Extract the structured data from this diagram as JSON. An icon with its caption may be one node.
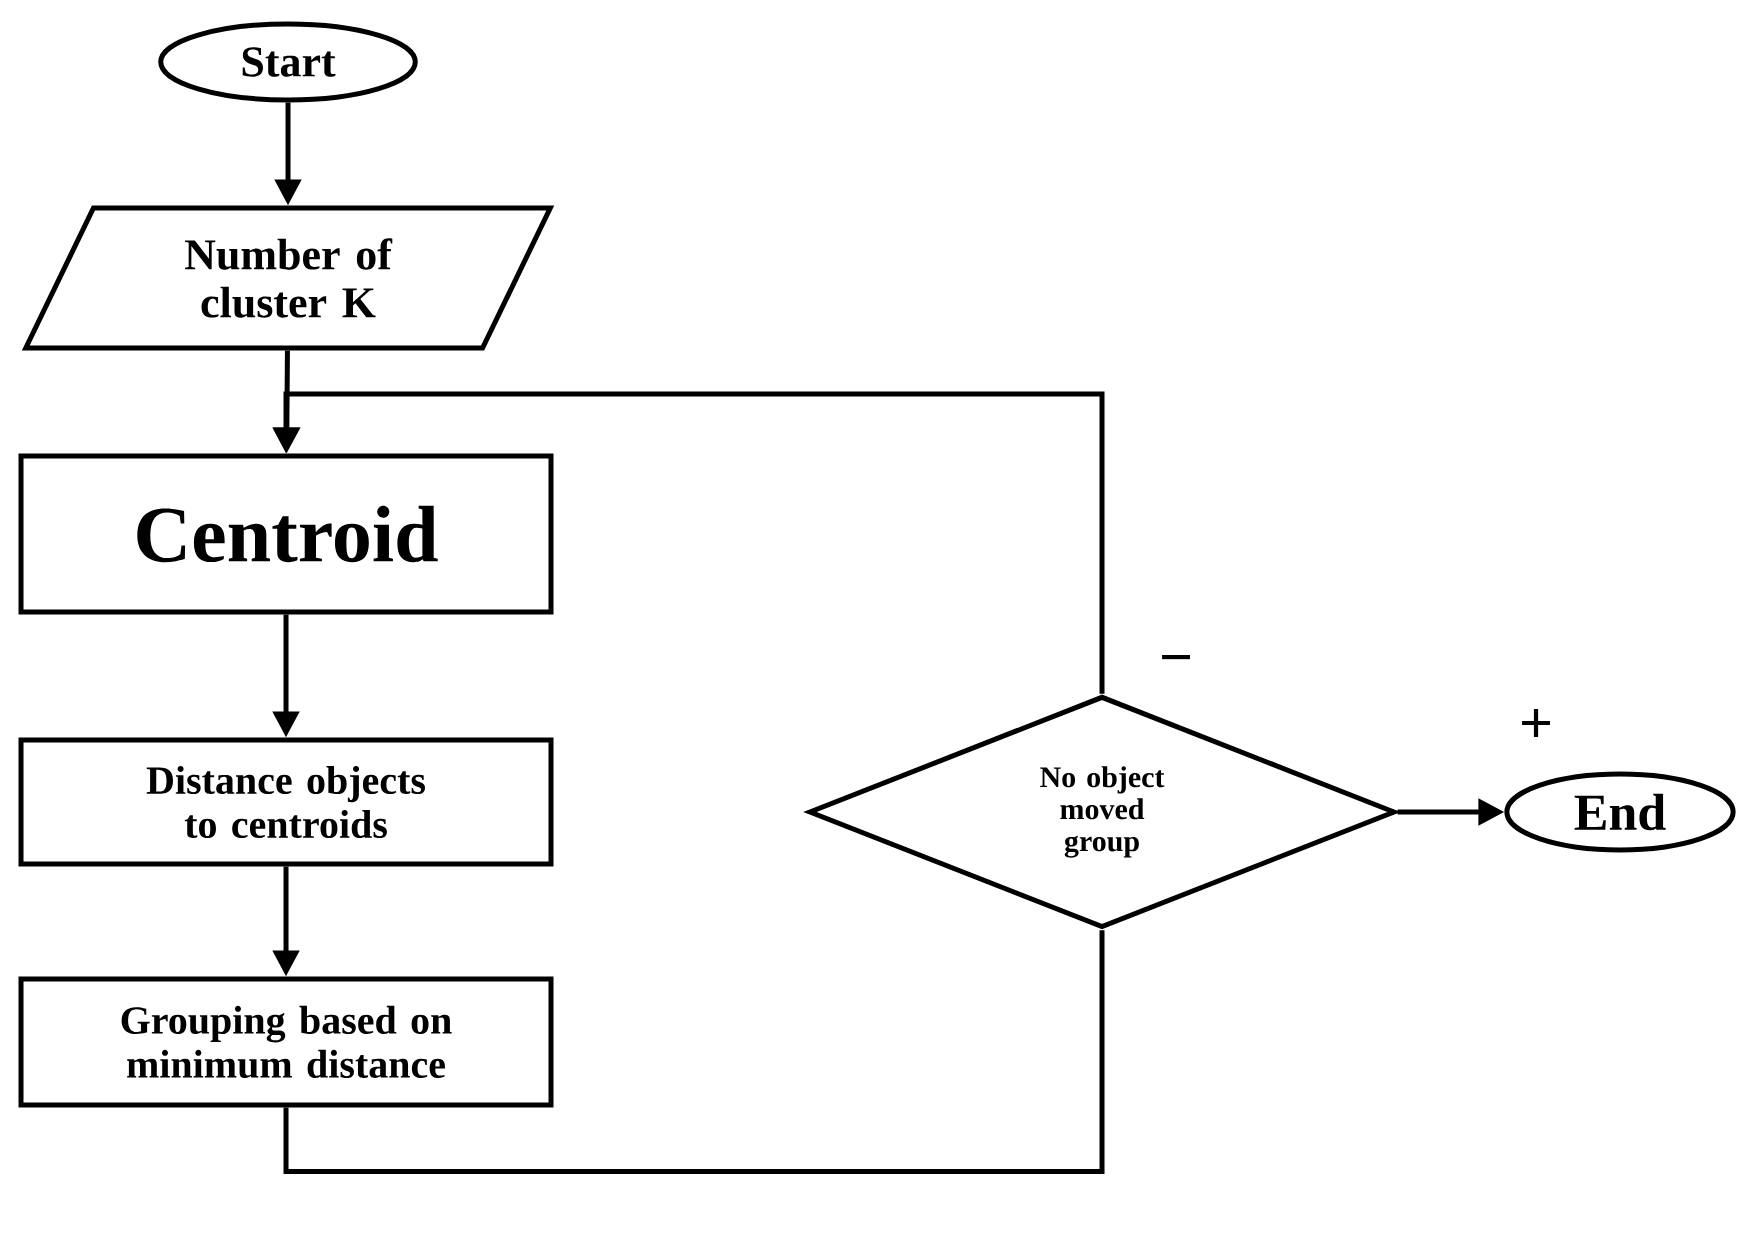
{
  "diagram": {
    "nodes": [
      {
        "text": [
          "Start"
        ]
      },
      {
        "text": [
          "Number of cluster K"
        ]
      },
      {
        "text": [
          "Centroid"
        ]
      },
      {
        "text": [
          "Distance objects to centroids"
        ]
      },
      {
        "text": [
          "Grouping based on minimum distance"
        ]
      },
      {
        "text": [
          "No object moved group"
        ]
      },
      {
        "text": [
          "End"
        ]
      }
    ],
    "edges": [
      {
        "from": 0,
        "to": 1,
        "arrow": "to"
      },
      {
        "from": 1,
        "to": 2,
        "arrow": "to"
      },
      {
        "from": 2,
        "to": 3,
        "arrow": "to"
      },
      {
        "from": 3,
        "to": 4,
        "arrow": "to"
      },
      {
        "from": 4,
        "to": 5,
        "arrow": "none"
      },
      {
        "from": 5,
        "to": 2,
        "arrow": "to",
        "label": "−"
      },
      {
        "from": 5,
        "to": 6,
        "arrow": "to",
        "label": "+"
      }
    ]
  }
}
